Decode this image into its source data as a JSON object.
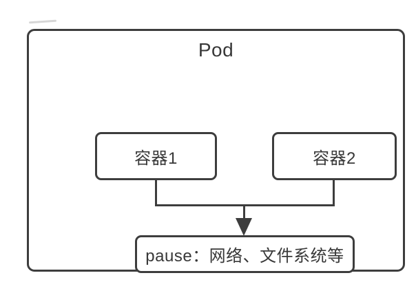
{
  "diagram": {
    "nodes": {
      "pod": {
        "label": "Pod"
      },
      "container1": {
        "label": "容器1"
      },
      "container2": {
        "label": "容器2"
      },
      "pause": {
        "label": "pause：网络、文件系统等"
      }
    },
    "colors": {
      "stroke": "#3d3d3d",
      "text": "#383838",
      "background": "#ffffff"
    }
  }
}
